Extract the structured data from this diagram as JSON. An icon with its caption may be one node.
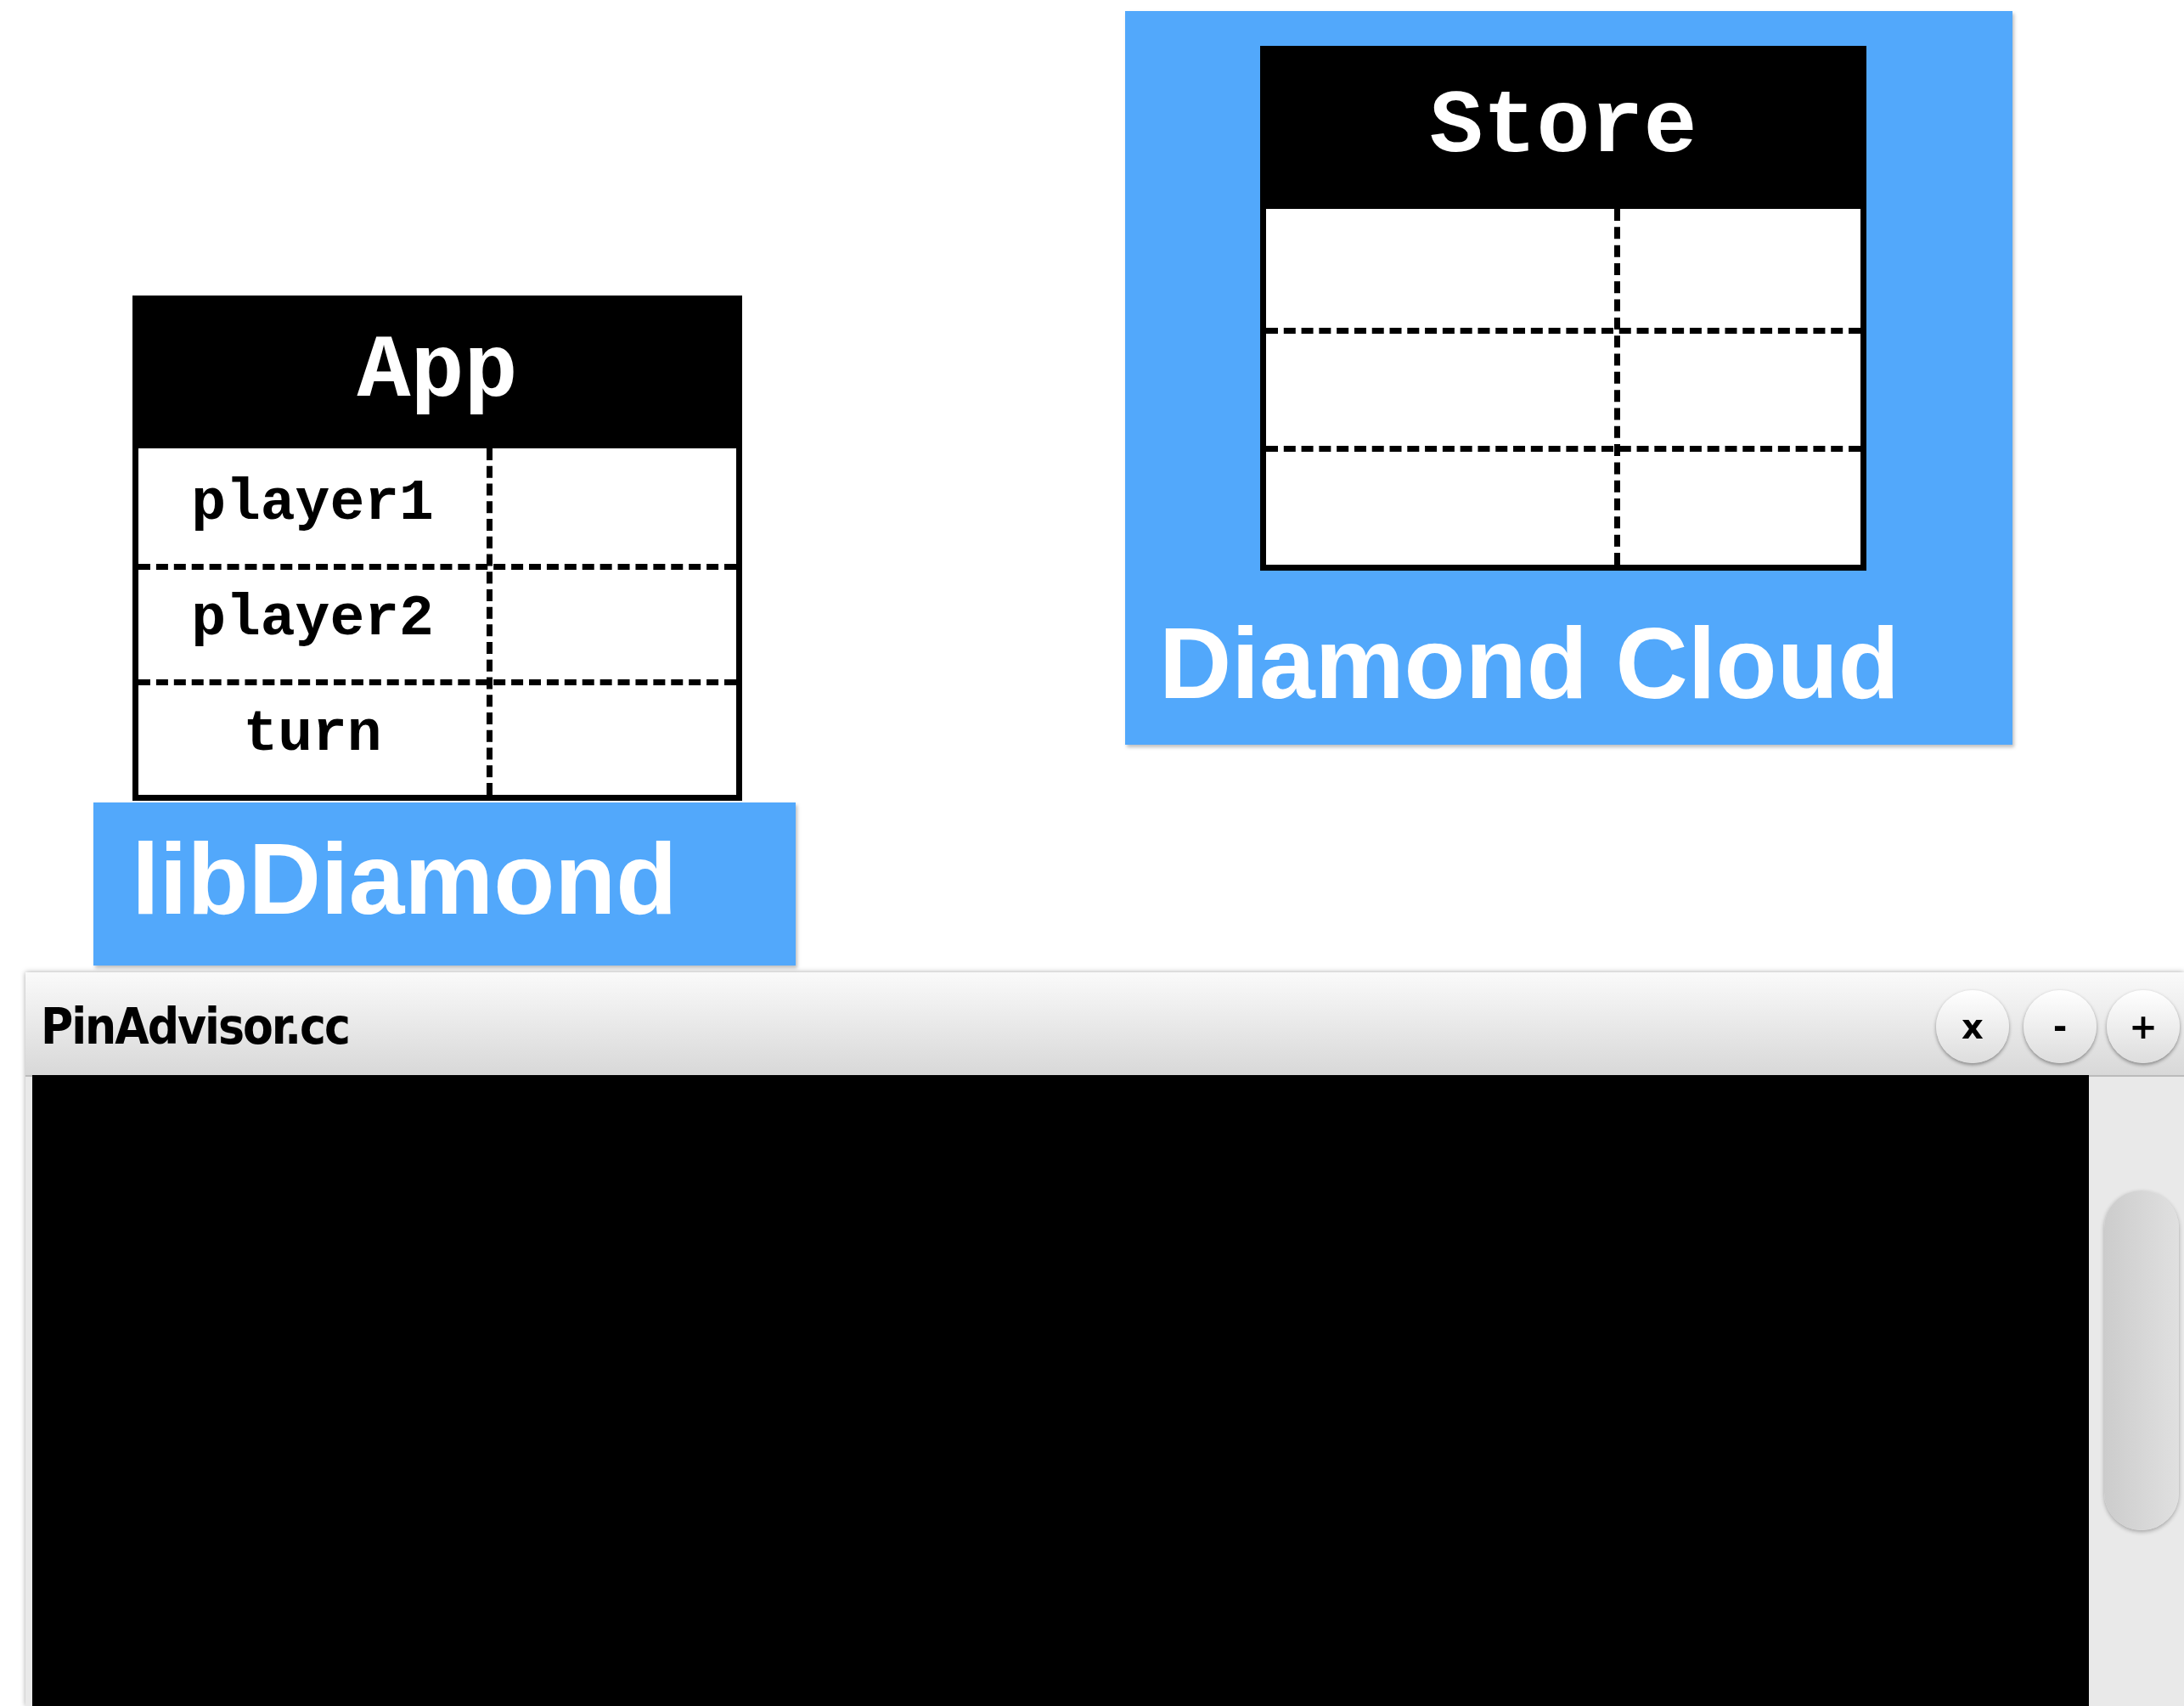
{
  "diagram": {
    "nodes": [
      {
        "text": [
          "Diamond Cloud"
        ]
      },
      {
        "text": [
          "Store"
        ],
        "in": 0
      },
      {
        "text": [
          "App",
          "player1",
          "player2",
          "turn"
        ]
      },
      {
        "text": [
          "libDiamond"
        ]
      },
      {
        "text": [
          "PinAdvisor.cc"
        ]
      }
    ],
    "labels": [
      "x",
      "-",
      "+"
    ]
  }
}
